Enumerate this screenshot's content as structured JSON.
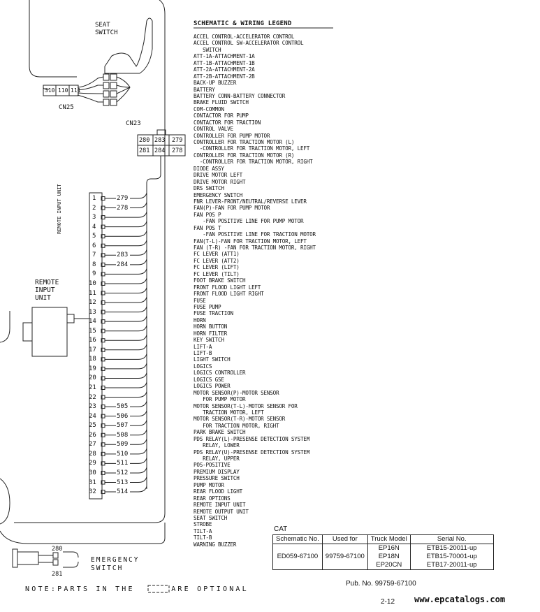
{
  "legend": {
    "title": "SCHEMATIC & WIRING LEGEND",
    "entries": [
      "ACCEL CONTROL-ACCELERATOR CONTROL",
      "ACCEL CONTROL SW-ACCELERATOR CONTROL",
      "   SWITCH",
      "ATT-1A-ATTACHMENT-1A",
      "ATT-1B-ATTACHMENT-1B",
      "ATT-2A-ATTACHMENT-2A",
      "ATT-2B-ATTACHMENT-2B",
      "BACK-UP BUZZER",
      "BATTERY",
      "BATTERY CONN-BATTERY CONNECTOR",
      "BRAKE FLUID SWITCH",
      "COM-COMMON",
      "CONTACTOR FOR PUMP",
      "CONTACTOR FOR TRACTION",
      "CONTROL VALVE",
      "CONTROLLER FOR PUMP MOTOR",
      "CONTROLLER FOR TRACTION MOTOR (L)",
      "  -CONTROLLER FOR TRACTION MOTOR, LEFT",
      "CONTROLLER FOR TRACTION MOTOR (R)",
      "  -CONTROLLER FOR TRACTION MOTOR, RIGHT",
      "DIODE ASSY",
      "DRIVE MOTOR LEFT",
      "DRIVE MOTOR RIGHT",
      "DRS SWITCH",
      "EMERGENCY SWITCH",
      "FNR LEVER-FRONT/NEUTRAL/REVERSE LEVER",
      "FAN(P)-FAN FOR PUMP MOTOR",
      "FAN POS P",
      "   -FAN POSITIVE LINE FOR PUMP MOTOR",
      "FAN POS T",
      "   -FAN POSITIVE LINE FOR TRACTION MOTOR",
      "FAN(T-L)-FAN FOR TRACTION MOTOR, LEFT",
      "FAN (T-R) -FAN FOR TRACTION MOTOR, RIGHT",
      "FC LEVER (ATT1)",
      "FC LEVER (ATT2)",
      "FC LEVER (LIFT)",
      "FC LEVER (TILT)",
      "FOOT BRAKE SWITCH",
      "FRONT FLOOD LIGHT LEFT",
      "FRONT FLOOD LIGHT RIGHT",
      "FUSE",
      "FUSE PUMP",
      "FUSE TRACTION",
      "HORN",
      "HORN BUTTON",
      "HORN FILTER",
      "KEY SWITCH",
      "LIFT-A",
      "LIFT-B",
      "LIGHT SWITCH",
      "LOGICS",
      "LOGICS CONTROLLER",
      "LOGICS GSE",
      "LOGICS POWER",
      "MOTOR SENSOR(P)-MOTOR SENSOR",
      "   FOR PUMP MOTOR",
      "MOTOR SENSOR(T-L)-MOTOR SENSOR FOR",
      "   TRACTION MOTOR, LEFT",
      "MOTOR SENSOR(T-R)-MOTOR SENSOR",
      "   FOR TRACTION MOTOR, RIGHT",
      "PARK BRAKE SWITCH",
      "PDS RELAY(L)-PRESENSE DETECTION SYSTEM",
      "   RELAY, LOWER",
      "PDS RELAY(U)-PRESENSE DETECTION SYSTEM",
      "   RELAY, UPPER",
      "POS-POSITIVE",
      "PREMIUM DISPLAY",
      "PRESSURE SWITCH",
      "PUMP MOTOR",
      "REAR FLOOD LIGHT",
      "REAR OPTIONS",
      "REMOTE INPUT UNIT",
      "REMOTE OUTPUT UNIT",
      "SEAT SWITCH",
      "STROBE",
      "TILT-A",
      "TILT-B",
      "WARNING BUZZER"
    ]
  },
  "diagram": {
    "seat_switch_label": [
      "SEAT",
      "SWITCH"
    ],
    "cn25": {
      "name": "CN25",
      "pins": [
        "310",
        "110",
        "111"
      ]
    },
    "cn23": {
      "name": "CN23",
      "top_row": [
        "280",
        "283",
        "279"
      ],
      "bottom_row": [
        "281",
        "284",
        "278"
      ]
    },
    "remote_input_unit_label": [
      "REMOTE",
      "INPUT",
      "UNIT"
    ],
    "remote_input_unit_vertical": "REMOTE INPUT UNIT",
    "terminals": [
      {
        "pin": "1",
        "wire": "279"
      },
      {
        "pin": "2",
        "wire": "278"
      },
      {
        "pin": "3",
        "wire": ""
      },
      {
        "pin": "4",
        "wire": ""
      },
      {
        "pin": "5",
        "wire": ""
      },
      {
        "pin": "6",
        "wire": ""
      },
      {
        "pin": "7",
        "wire": "283"
      },
      {
        "pin": "8",
        "wire": "284"
      },
      {
        "pin": "9",
        "wire": ""
      },
      {
        "pin": "10",
        "wire": ""
      },
      {
        "pin": "11",
        "wire": ""
      },
      {
        "pin": "12",
        "wire": ""
      },
      {
        "pin": "13",
        "wire": ""
      },
      {
        "pin": "14",
        "wire": ""
      },
      {
        "pin": "15",
        "wire": ""
      },
      {
        "pin": "16",
        "wire": ""
      },
      {
        "pin": "17",
        "wire": ""
      },
      {
        "pin": "18",
        "wire": ""
      },
      {
        "pin": "19",
        "wire": ""
      },
      {
        "pin": "20",
        "wire": ""
      },
      {
        "pin": "21",
        "wire": ""
      },
      {
        "pin": "22",
        "wire": ""
      },
      {
        "pin": "23",
        "wire": "505"
      },
      {
        "pin": "24",
        "wire": "506"
      },
      {
        "pin": "25",
        "wire": "507"
      },
      {
        "pin": "26",
        "wire": "508"
      },
      {
        "pin": "27",
        "wire": "509"
      },
      {
        "pin": "28",
        "wire": "510"
      },
      {
        "pin": "29",
        "wire": "511"
      },
      {
        "pin": "30",
        "wire": "512"
      },
      {
        "pin": "31",
        "wire": "513"
      },
      {
        "pin": "32",
        "wire": "514"
      }
    ],
    "emergency_switch": {
      "label": [
        "EMERGENCY",
        "SWITCH"
      ],
      "wires": [
        "280",
        "281"
      ]
    },
    "note_before": "NOTE:PARTS IN THE ",
    "note_after": " ARE OPTIONAL"
  },
  "catalog": {
    "label": "CAT",
    "headers": [
      "Schematic No.",
      "Used for",
      "Truck Model",
      "Serial No."
    ],
    "schematic_no": "ED059-67100",
    "used_for": "99759-67100",
    "models": [
      "EP16N",
      "EP18N",
      "EP20CN"
    ],
    "serials": [
      "ETB15-20011-up",
      "ETB15-70001-up",
      "ETB17-20011-up"
    ]
  },
  "pub_no": "Pub. No. 99759-67100",
  "page_number": "2-12",
  "watermark": "www.epcatalogs.com"
}
